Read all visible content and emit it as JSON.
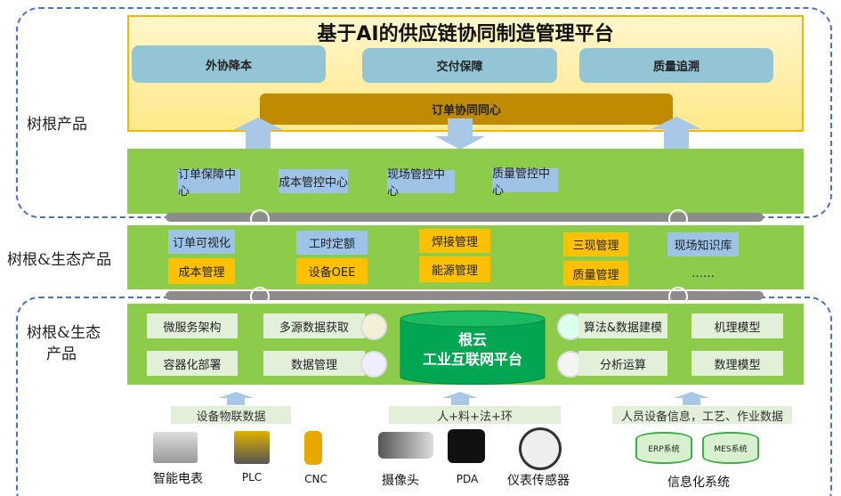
{
  "title": "基于AI的供应链协同制造管理平台",
  "goals": [
    "外协降本",
    "交付保障",
    "质量追溯"
  ],
  "order_center": "订单协同同心",
  "side_labels": {
    "top": "树根产品",
    "middle": "树根&生态产品",
    "bottom_line1": "树根&生态",
    "bottom_line2": "产品"
  },
  "centers": [
    "订单保障中心",
    "成本管控中心",
    "现场管控中心",
    "质量管控中心"
  ],
  "eco_products": {
    "row1": [
      "订单可视化",
      "工时定额",
      "焊接管理",
      "三现管理",
      "现场知识库"
    ],
    "row2": [
      "成本管理",
      "设备OEE",
      "能源管理",
      "质量管理",
      "……"
    ]
  },
  "platform": {
    "name_line1": "根云",
    "name_line2": "工业互联网平台",
    "left": [
      "微服务架构",
      "容器化部署"
    ],
    "left_inner": [
      "多源数据获取",
      "数据管理"
    ],
    "right_inner": [
      "算法&数据建模",
      "分析运算"
    ],
    "right": [
      "机理模型",
      "数理模型"
    ]
  },
  "sources": [
    {
      "label": "设备物联数据",
      "devices": [
        "智能电表",
        "PLC",
        "CNC"
      ]
    },
    {
      "label": "人+料+法+环",
      "devices": [
        "摄像头",
        "PDA",
        "仪表传感器"
      ]
    },
    {
      "label": "人员设备信息，工艺、作业数据",
      "devices": [
        "信息化系统"
      ],
      "systems": [
        "ERP系统",
        "MES系统"
      ]
    }
  ]
}
